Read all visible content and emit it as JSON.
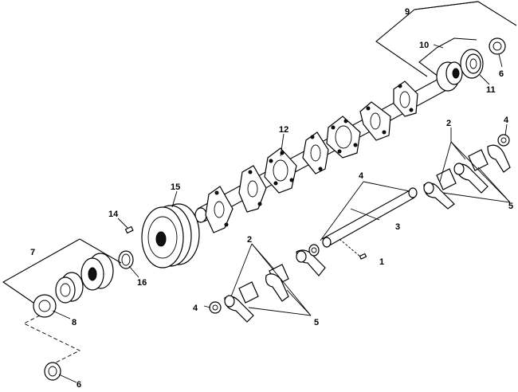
{
  "callouts": [
    {
      "id": "c1",
      "text": "1"
    },
    {
      "id": "c2a",
      "text": "2"
    },
    {
      "id": "c2b",
      "text": "2"
    },
    {
      "id": "c3",
      "text": "3"
    },
    {
      "id": "c4a",
      "text": "4"
    },
    {
      "id": "c4b",
      "text": "4"
    },
    {
      "id": "c4c",
      "text": "4"
    },
    {
      "id": "c5a",
      "text": "5"
    },
    {
      "id": "c5b",
      "text": "5"
    },
    {
      "id": "c6a",
      "text": "6"
    },
    {
      "id": "c6b",
      "text": "6"
    },
    {
      "id": "c7",
      "text": "7"
    },
    {
      "id": "c8",
      "text": "8"
    },
    {
      "id": "c9",
      "text": "9"
    },
    {
      "id": "c10",
      "text": "10"
    },
    {
      "id": "c11",
      "text": "11"
    },
    {
      "id": "c12",
      "text": "12"
    },
    {
      "id": "c14",
      "text": "14"
    },
    {
      "id": "c15",
      "text": "15"
    },
    {
      "id": "c16",
      "text": "16"
    }
  ]
}
